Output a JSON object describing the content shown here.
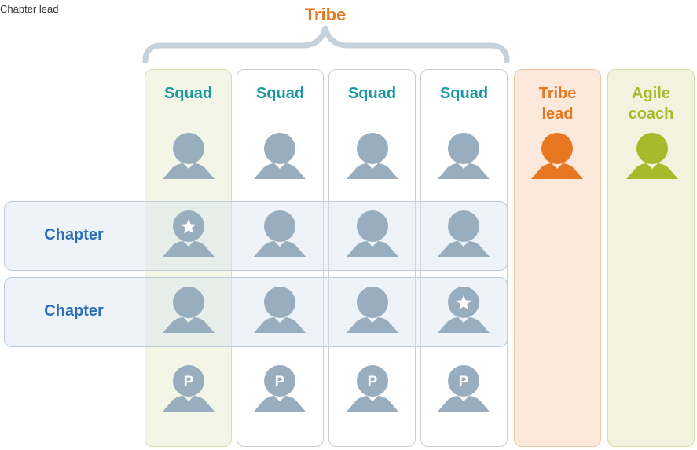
{
  "legend": {
    "chapter_lead_label": "Chapter lead"
  },
  "tribe": {
    "title": "Tribe"
  },
  "squads": [
    {
      "label": "Squad"
    },
    {
      "label": "Squad"
    },
    {
      "label": "Squad"
    },
    {
      "label": "Squad"
    }
  ],
  "roles": {
    "tribe_lead": {
      "line1": "Tribe",
      "line2": "lead"
    },
    "agile_coach": {
      "line1": "Agile",
      "line2": "coach"
    }
  },
  "chapters": [
    {
      "label": "Chapter"
    },
    {
      "label": "Chapter"
    }
  ],
  "product_owner_marker": "P",
  "colors": {
    "tribe_title": "#e87722",
    "squad_label": "#1a9aa0",
    "chapter_label": "#2d6fb7",
    "person": "#98adbd",
    "tribe_lead": "#e87722",
    "agile_coach": "#a9b92c",
    "highlight_squad_fill": "#f3f6e6",
    "highlight_squad_border": "#d7e1a8",
    "tribe_lead_fill": "#fde9db",
    "tribe_lead_border": "#f3c39e",
    "agile_coach_fill": "#f1f3de",
    "agile_coach_border": "#d6dc9e",
    "chapter_fill": "#edf3f8",
    "brace": "#c5d2dc"
  },
  "icons": {
    "person": "person-icon",
    "chapter_lead": "person-star-icon",
    "product_owner": "person-p-icon"
  }
}
